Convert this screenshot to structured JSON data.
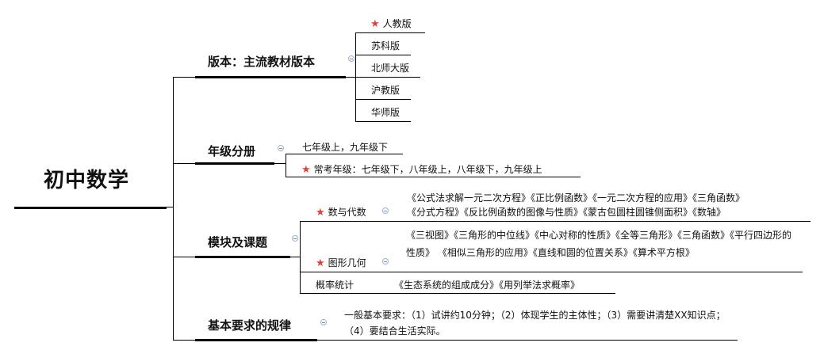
{
  "root": {
    "title": "初中数学"
  },
  "branches": {
    "edition": {
      "title": "版本：主流教材版本",
      "items": [
        "人教版",
        "苏科版",
        "北师大版",
        "沪教版",
        "华师版"
      ]
    },
    "grade": {
      "title": "年级分册",
      "items": [
        "七年级上，九年级下",
        "常考年级：七年级下，八年级上，八年级下，九年级上"
      ]
    },
    "modules": {
      "title": "模块及课题",
      "algebra": {
        "label": "数与代数",
        "topics_line1": "《公式法求解一元二次方程》《正比例函数》《一元二次方程的应用》《三角函数》",
        "topics_line2": "《分式方程》《反比例函数的图像与性质》《蒙古包圆柱圆锥侧面积》《数轴》"
      },
      "geometry": {
        "label": "图形几何",
        "topics": "《三视图》《三角形的中位线》《中心对称的性质》《全等三角形》《三角函数》《平行四边形的性质》 《相似三角形的应用》《直线和圆的位置关系》《算术平方根》"
      },
      "probability": {
        "label": "概率统计",
        "topics": "《生态系统的组成成分》《用列举法求概率》"
      }
    },
    "requirements": {
      "title": "基本要求的规律",
      "text": "一般基本要求：（1）试讲约10分钟；（2）体现学生的主体性；（3）需要讲清楚XX知识点；（4）要结合生活实际。"
    }
  },
  "colors": {
    "star": "#e0403b",
    "line": "#000000",
    "collapse_icon": "#6f89b8"
  },
  "icons": {
    "star": "star-icon",
    "collapse": "collapse-icon"
  }
}
